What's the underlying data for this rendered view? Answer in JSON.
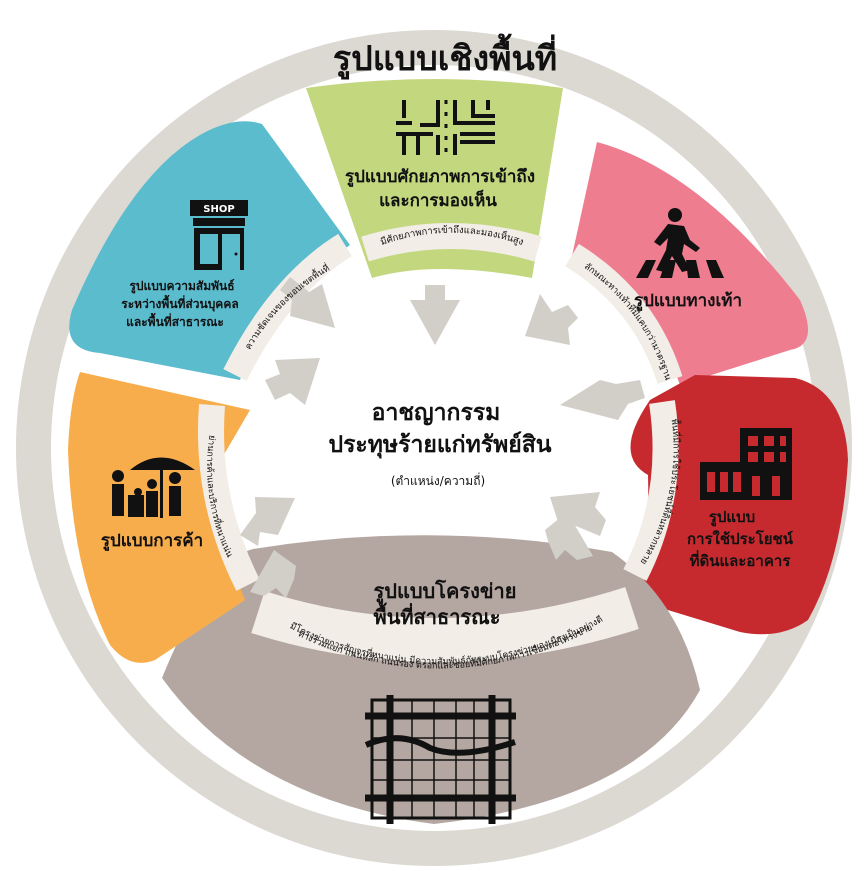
{
  "outer_ring": {
    "title": "รูปแบบเชิงพื้นที่"
  },
  "center": {
    "title_line1": "อาชญากรรม",
    "title_line2": "ประทุษร้ายแก่ทรัพย์สิน",
    "subtitle": "(ตำแหน่ง/ความถี่)"
  },
  "segments": {
    "access": {
      "title_line1": "รูปแบบศักยภาพการเข้าถึง",
      "title_line2": "และการมองเห็น",
      "band_text": "มีศักยภาพการเข้าถึงและมองเห็นสูง",
      "icon": "road-intersection-icon",
      "color": "#c3d77e"
    },
    "walk": {
      "title": "รูปแบบทางเท้า",
      "band_text": "ลักษณะทางเท้าที่มีแคบกว่ามาตรฐาน",
      "icon": "pedestrian-crossing-icon",
      "color": "#ee7d8f"
    },
    "landuse": {
      "title_line1": "รูปแบบ",
      "title_line2": "การใช้ประโยชน์",
      "title_line3": "ที่ดินและอาคาร",
      "band_text": "พื้นที่มีการใช้ประโยชน์ที่ดินหลากหลาย",
      "icon": "buildings-icon",
      "color": "#c62a2f"
    },
    "network": {
      "title_line1": "รูปแบบโครงข่าย",
      "title_line2": "พื้นที่สาธารณะ",
      "band_line1": "มีโครงข่ายการสัญจรที่หนาแน่น มีความสัมพันธ์กับระบบโครงข่ายของเมืองเป็นอย่างดี",
      "band_line2": "ทางร่วมแยก ถนนหลัก ถนนรอง ตรอกและซอยที่มีศักยภาพการเชื่อมต่อโครงข่าย",
      "icon": "street-grid-icon",
      "color": "#b4a7a1"
    },
    "trade": {
      "title": "รูปแบบการค้า",
      "band_text": "ย่านการค้าและบริการที่หนาแน่น",
      "icon": "market-stall-icon",
      "color": "#f8ad4c"
    },
    "relation": {
      "title_line1": "รูปแบบความสัมพันธ์",
      "title_line2": "ระหว่างพื้นที่ส่วนบุคคล",
      "title_line3": "และพื้นที่สาธารณะ",
      "band_text": "ความชัดเจนของขอบเขตพื้นที่",
      "icon": "shop-icon",
      "shop_sign": "SHOP",
      "color": "#5bbcce"
    }
  },
  "colors": {
    "ring": "#dcd9d3",
    "band": "#f2ede6",
    "arrow": "#d2cfc9",
    "text": "#111111"
  }
}
